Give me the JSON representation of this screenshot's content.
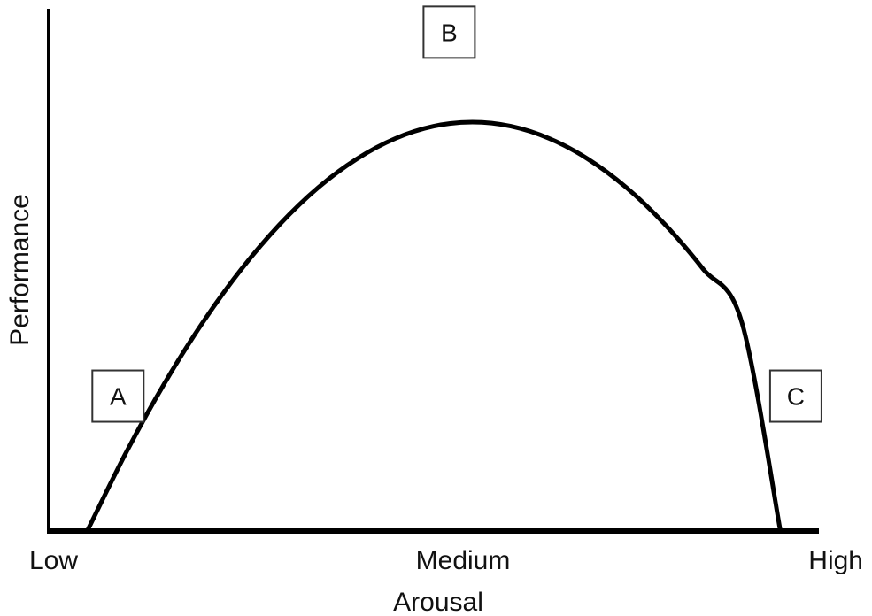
{
  "chart_data": {
    "type": "line",
    "title": "",
    "xlabel": "Arousal",
    "ylabel": "Performance",
    "x_ticks": [
      {
        "value": 0,
        "label": "Low"
      },
      {
        "value": 0.5,
        "label": "Medium"
      },
      {
        "value": 1,
        "label": "High"
      }
    ],
    "xlim": [
      0,
      1
    ],
    "ylim": [
      0,
      1
    ],
    "grid": false,
    "series": [
      {
        "x": [
          0.05,
          0.1,
          0.15,
          0.2,
          0.25,
          0.3,
          0.35,
          0.4,
          0.45,
          0.5,
          0.55,
          0.6,
          0.65,
          0.7,
          0.75,
          0.8,
          0.85,
          0.9,
          0.95
        ],
        "y": [
          0.0,
          0.19,
          0.36,
          0.51,
          0.64,
          0.75,
          0.84,
          0.91,
          0.96,
          0.99,
          1.0,
          0.99,
          0.96,
          0.91,
          0.84,
          0.75,
          0.64,
          0.51,
          0.0
        ],
        "color": "#000000"
      }
    ],
    "annotations": [
      {
        "label": "A",
        "x": 0.09,
        "y": 0.33
      },
      {
        "label": "B",
        "x": 0.52,
        "y": 1.22
      },
      {
        "label": "C",
        "x": 0.97,
        "y": 0.33
      }
    ]
  }
}
